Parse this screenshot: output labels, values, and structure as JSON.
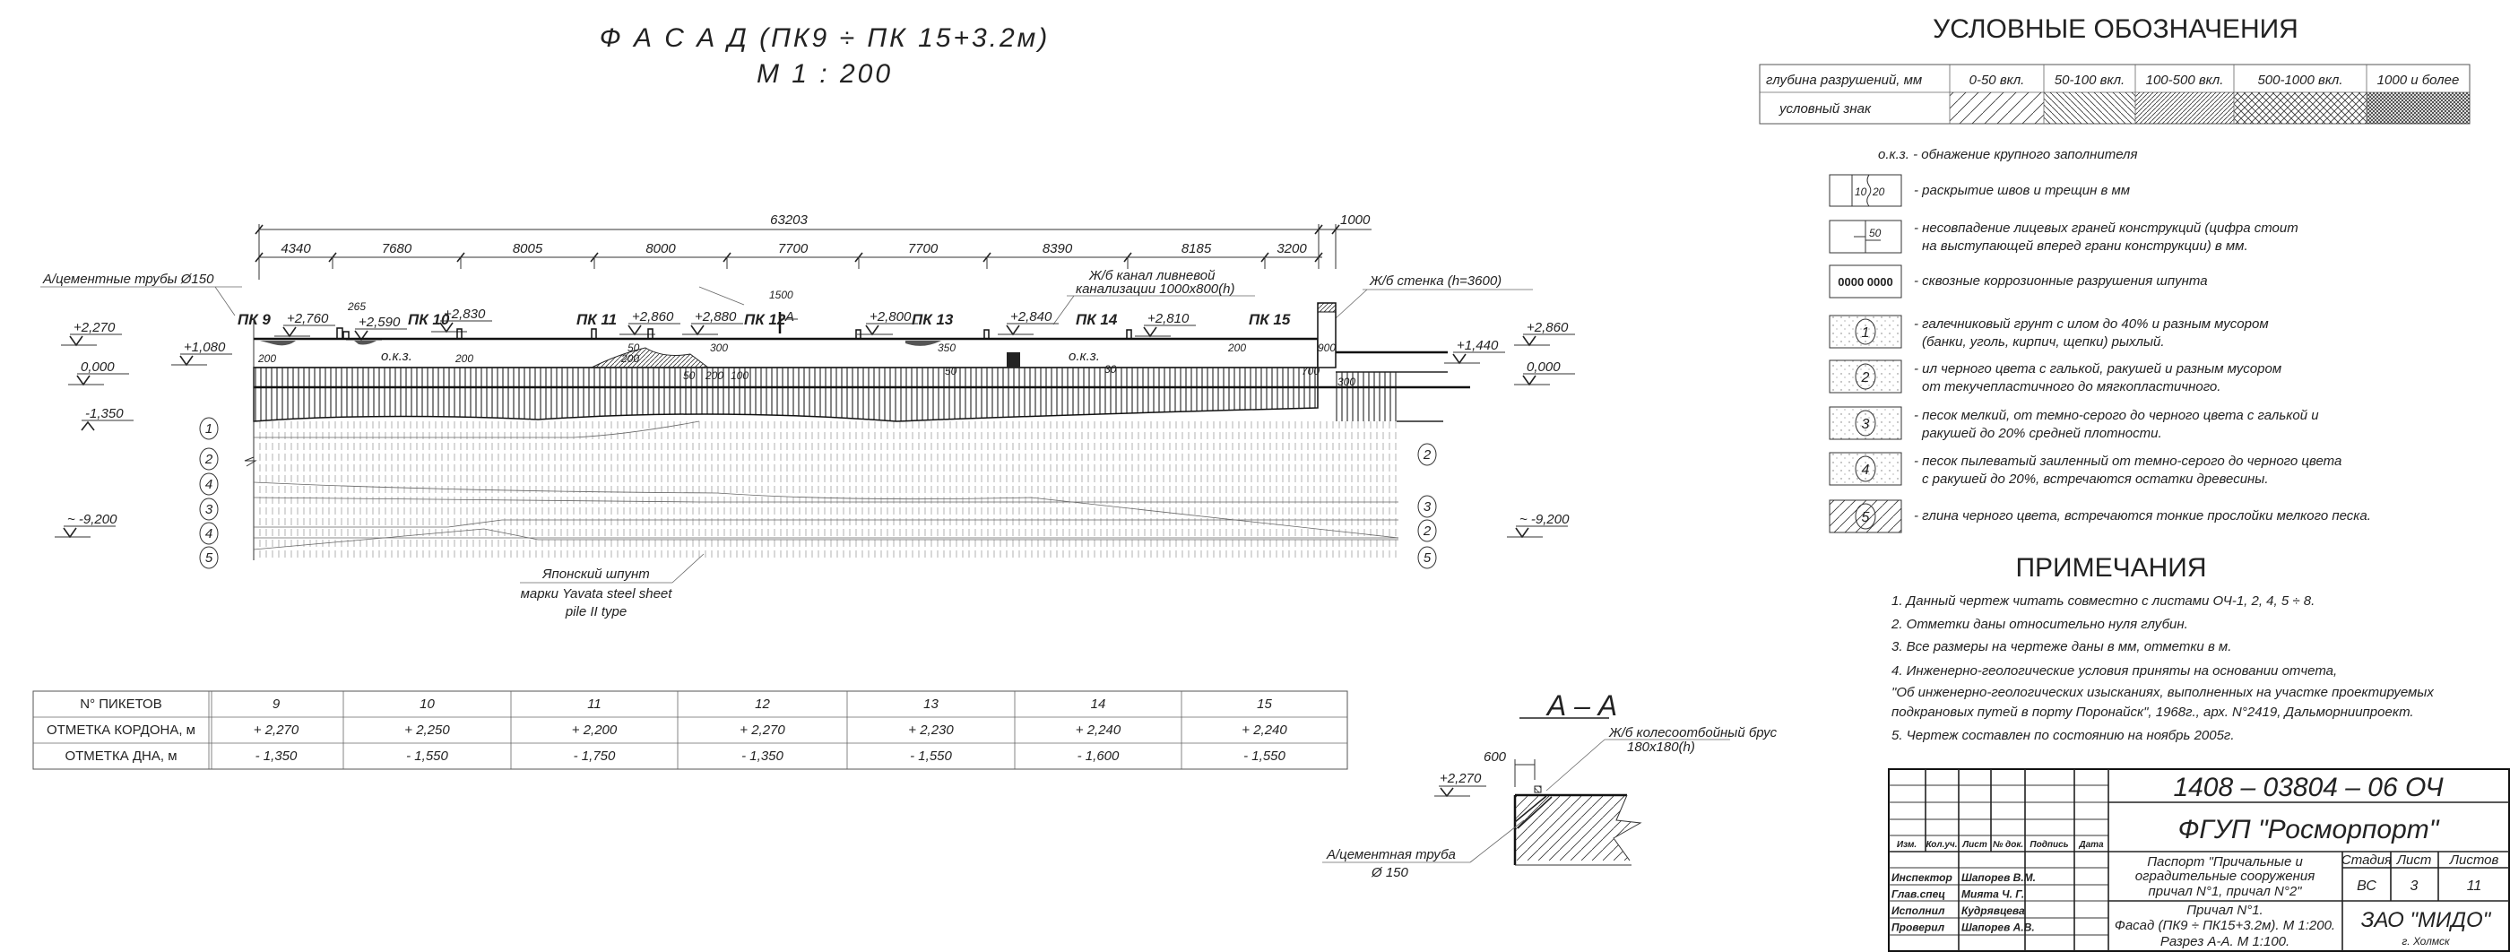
{
  "title": {
    "line1": "Ф А С А Д  (ПК9 ÷ ПК 15+3.2м)",
    "line2": "М 1 : 200"
  },
  "facade": {
    "overall_dim": "63203",
    "end_dim": "1000",
    "dims": [
      "4340",
      "7680",
      "8005",
      "8000",
      "7700",
      "7700",
      "8390",
      "8185",
      "3200"
    ],
    "pickets": [
      "ПК 9",
      "ПК 10",
      "ПК 11",
      "ПК 12",
      "ПК 13",
      "ПК 14",
      "ПК 15"
    ],
    "deck_marks": [
      "+2,760",
      "+2,590",
      "+2,830",
      "+2,860",
      "+2,880",
      "+2,800",
      "+2,840",
      "+2,810"
    ],
    "small_dims": [
      "265",
      "1500",
      "200",
      "200",
      "200",
      "300",
      "350",
      "50",
      "50",
      "200",
      "100",
      "30",
      "200",
      "900",
      "700",
      "300",
      "50"
    ],
    "okz": [
      "о.к.з.",
      "о.к.з."
    ],
    "left_marks": [
      "+2,270",
      "+1,080",
      "0,000",
      "-1,350",
      "~ -9,200"
    ],
    "right_marks": [
      "+2,860",
      "+1,440",
      "0,000",
      "~ -9,200"
    ],
    "callouts": {
      "pipes": "А/цементные трубы Ø150",
      "channel1": "Ж/б канал ливневой",
      "channel2": "канализации 1000х800(h)",
      "wall": "Ж/б стенка (h=3600)",
      "pile1": "Японский шпунт",
      "pile2": "марки Yavata steel sheet",
      "pile3": "pile II type",
      "section_mark": "А"
    },
    "layers_left": [
      "1",
      "2",
      "4",
      "3",
      "4",
      "5"
    ],
    "layers_right": [
      "2",
      "3",
      "2",
      "5"
    ]
  },
  "pickets_table": {
    "headers": [
      "N° ПИКЕТОВ",
      "ОТМЕТКА КОРДОНА, м",
      "ОТМЕТКА ДНА, м"
    ],
    "numbers": [
      "9",
      "10",
      "11",
      "12",
      "13",
      "14",
      "15"
    ],
    "kordon": [
      "+ 2,270",
      "+ 2,250",
      "+ 2,200",
      "+ 2,270",
      "+ 2,230",
      "+ 2,240",
      "+ 2,240"
    ],
    "bottom": [
      "- 1,350",
      "- 1,550",
      "- 1,750",
      "- 1,350",
      "- 1,550",
      "- 1,600",
      "- 1,550"
    ]
  },
  "section": {
    "title": "А – А",
    "dim": "600",
    "mark": "+2,270",
    "beam1": "Ж/б колесоотбойный брус",
    "beam2": "180х180(h)",
    "pipe1": "А/цементная труба",
    "pipe2": "Ø 150"
  },
  "legend": {
    "title": "УСЛОВНЫЕ ОБОЗНАЧЕНИЯ",
    "row1_label": "глубина разрушений, мм",
    "row2_label": "условный знак",
    "ranges": [
      "0-50 вкл.",
      "50-100 вкл.",
      "100-500 вкл.",
      "500-1000 вкл.",
      "1000  и более"
    ],
    "okz": "о.к.з. - обнажение крупного заполнителя",
    "box1_nums": [
      "10",
      "20"
    ],
    "box2_num": "50",
    "items": [
      [
        "- раскрытие швов и трещин в мм"
      ],
      [
        "- несовпадение лицевых граней конструкций (цифра стоит",
        "на выступающей вперед грани конструкции) в мм."
      ],
      [
        "- сквозные коррозионные разрушения шпунта"
      ],
      [
        "- галечниковый грунт с илом до 40% и разным мусором",
        "(банки, уголь, кирпич, щепки) рыхлый."
      ],
      [
        "- ил черного цвета с галькой, ракушей и разным мусором",
        "от текучепластичного до мягкопластичного."
      ],
      [
        "- песок мелкий, от темно-серого до черного цвета с галькой и",
        "ракушей до 20% средней плотности."
      ],
      [
        "- песок пылеватый заиленный от темно-серого до черного цвета",
        "с ракушей до 20%, встречаются остатки древесины."
      ],
      [
        "- глина черного цвета, встречаются тонкие прослойки мелкого песка."
      ]
    ],
    "soil_nums": [
      "1",
      "2",
      "3",
      "4",
      "5"
    ]
  },
  "notes": {
    "title": "ПРИМЕЧАНИЯ",
    "lines": [
      "1. Данный чертеж читать совместно с листами ОЧ-1, 2, 4, 5 ÷ 8.",
      "2. Отметки даны относительно нуля глубин.",
      "3. Все размеры на чертеже даны в мм, отметки в м.",
      "4. Инженерно-геологические условия приняты на основании отчета,",
      "\"Об инженерно-геологических изысканиях, выполненных на участке проектируемых",
      "подкрановых путей в порту Поронайск\", 1968г., арх. N°2419, Дальморниипроект.",
      "5. Чертеж составлен по состоянию на ноябрь 2005г."
    ]
  },
  "stamp": {
    "code": "1408 – 03804 – 06  ОЧ",
    "org": "ФГУП \"Росморпорт\"",
    "cols": [
      "Изм.",
      "Кол.уч.",
      "Лист",
      "№ док.",
      "Подпись",
      "Дата"
    ],
    "roles": [
      "Инспектор",
      "Глав.спец",
      "Исполнил",
      "Проверил"
    ],
    "names": [
      "Шапорев В.М.",
      "Мията Ч. Г.",
      "Кудрявцева",
      "Шапорев А.В."
    ],
    "doc1": [
      "Паспорт \"Причальные и",
      "оградительные сооружения",
      "причал N°1, причал N°2\""
    ],
    "doc2": [
      "Причал N°1.",
      "Фасад (ПК9 ÷ ПК15+3.2м). М 1:200.",
      "Разрез А-А. М 1:100."
    ],
    "stage_label": "Стадия",
    "sheet_label": "Лист",
    "sheets_label": "Листов",
    "stage": "ВС",
    "sheet": "3",
    "sheets": "11",
    "company": "ЗАО \"МИДО\"",
    "city": "г. Холмск"
  }
}
